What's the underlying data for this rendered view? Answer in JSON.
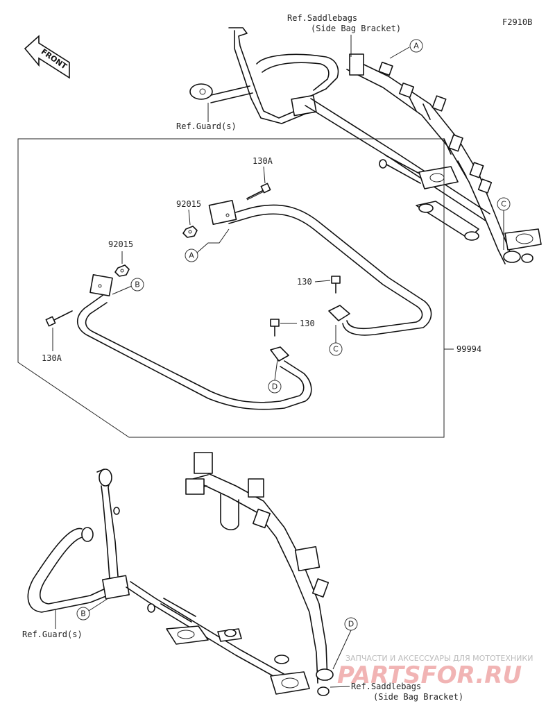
{
  "diagram_code": "F2910B",
  "front_label": "FRONT",
  "labels": {
    "ref_saddlebags_line1": "Ref.Saddlebags",
    "ref_saddlebags_line2": "(Side Bag Bracket)",
    "ref_guards": "Ref.Guard(s)",
    "part_130A": "130A",
    "part_92015": "92015",
    "part_130": "130",
    "part_99994": "99994"
  },
  "callouts": {
    "a": "A",
    "b": "B",
    "c": "C",
    "d": "D"
  },
  "watermark": {
    "line1": "ЗАПЧАСТИ И АКСЕССУАРЫ ДЛЯ МОТОТЕХНИКИ",
    "line2": "PARTSFOR.RU"
  },
  "colors": {
    "line": "#111111",
    "watermark": "#f1b4b4"
  }
}
